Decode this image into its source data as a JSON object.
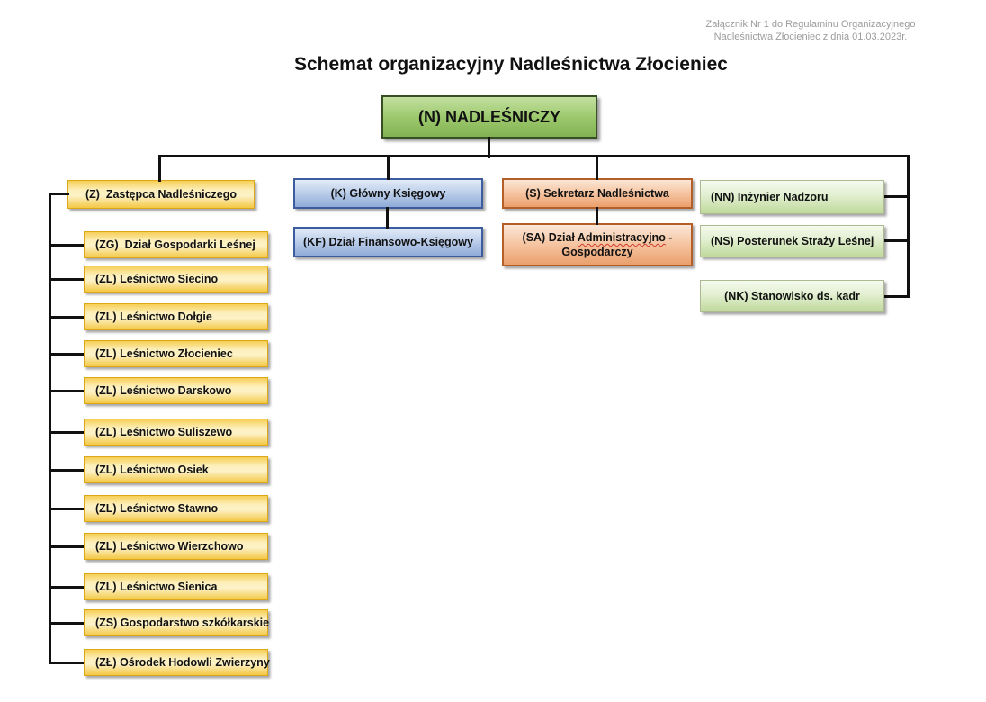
{
  "annotation": {
    "line1": "Załącznik Nr 1 do Regulaminu Organizacyjnego",
    "line2": "Nadleśnictwa Złocieniec z dnia 01.03.2023r."
  },
  "title": "Schemat organizacyjny Nadleśnictwa Złocieniec",
  "org": {
    "root": "(N) NADLEŚNICZY",
    "deputy": {
      "label": "(Z)  Zastępca Nadleśniczego",
      "children": [
        "(ZG)  Dział Gospodarki Leśnej",
        "(ZL) Leśnictwo Siecino",
        "(ZL) Leśnictwo Dołgie",
        "(ZL) Leśnictwo Złocieniec",
        "(ZL) Leśnictwo Darskowo",
        "(ZL) Leśnictwo Suliszewo",
        "(ZL) Leśnictwo Osiek",
        "(ZL) Leśnictwo Stawno",
        "(ZL) Leśnictwo Wierzchowo",
        "(ZL) Leśnictwo Sienica",
        "(ZS) Gospodarstwo szkółkarskie",
        "(ZŁ) Ośrodek Hodowli Zwierzyny"
      ]
    },
    "accountant": {
      "label": "(K) Główny Księgowy",
      "child": "(KF) Dział Finansowo-Księgowy"
    },
    "secretary": {
      "label": "(S) Sekretarz Nadleśnictwa",
      "child": {
        "part1": "(SA) Dział ",
        "underlined": "Administracyjno",
        "part2": " -",
        "line2": "Gospodarczy"
      }
    },
    "direct_reports": [
      "(NN) Inżynier Nadzoru",
      "(NS) Posterunek Straży Leśnej",
      "(NK) Stanowisko ds. kadr"
    ]
  },
  "colors": {
    "root_green": "#9dc96e",
    "yellow": "#f4c844",
    "blue": "#b9cce9",
    "orange": "#f5c4a0",
    "light_green": "#cfe3ad",
    "connector": "#111111",
    "annotation_gray": "#9c9c9c"
  }
}
